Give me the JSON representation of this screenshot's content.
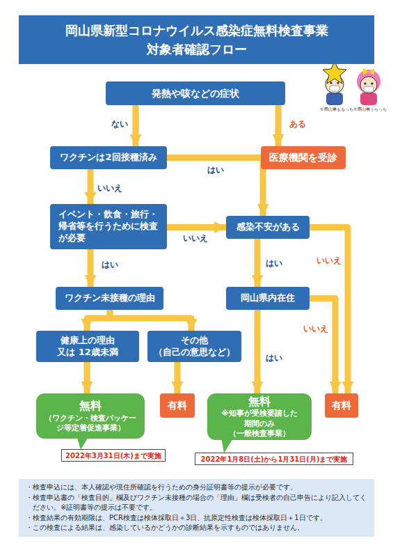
{
  "diagram": {
    "title": "岡山県新型コロナウイルス感染症無料検査事業 対象者確認フロー",
    "nodes": [
      {
        "text": [
          "発熱や咳などの症状"
        ]
      },
      {
        "text": [
          "ワクチンは2回接種済み"
        ]
      },
      {
        "text": [
          "医療機関を受診"
        ]
      },
      {
        "text": [
          "イベント・飲食・旅行・帰省等を行うために検査が必要"
        ]
      },
      {
        "text": [
          "感染不安がある"
        ]
      },
      {
        "text": [
          "ワクチン未接種の理由"
        ]
      },
      {
        "text": [
          "岡山県内在住"
        ]
      },
      {
        "text": [
          "健康上の理由 又は 12歳未満"
        ]
      },
      {
        "text": [
          "その他 （自己の意思など）"
        ]
      },
      {
        "text": [
          "無料",
          "（ワクチン・検査パッケージ等定着促進事業）"
        ]
      },
      {
        "text": [
          "有料"
        ]
      },
      {
        "text": [
          "無料",
          "※知事が受検要請した期間のみ",
          "（一般検査事業）"
        ]
      },
      {
        "text": [
          "有料"
        ]
      },
      {
        "text": [
          "2022年3月31日(木)まで実施"
        ]
      },
      {
        "text": [
          "2022年1月8日(土)から1月31日(月)まで実施"
        ]
      },
      {
        "text": [
          "・検査申込には、本人確認や現住所確認を行うための身分証明書等の提示が必要です。",
          "・検査申込書の「検査目的」欄及びワクチン未接種の場合の「理由」欄は受検者の自己申告により記入してください。※証明書等の提示は不要です。",
          "・検査結果の有効期限は、PCR検査は検体採取日＋3日、抗原定性検査は検体採取日＋1日です。",
          "・この検査による結果は、感染しているかどうかの診断結果を示すものではありません。"
        ]
      }
    ],
    "edges": [
      {
        "from": 0,
        "to": 1,
        "label": "ない",
        "arrow": "to"
      },
      {
        "from": 0,
        "to": 2,
        "label": "ある",
        "arrow": "to"
      },
      {
        "from": 1,
        "to": 3,
        "label": "いいえ",
        "arrow": "to"
      },
      {
        "from": 1,
        "to": 4,
        "label": "はい",
        "arrow": "to"
      },
      {
        "from": 3,
        "to": 4,
        "label": "いいえ",
        "arrow": "to"
      },
      {
        "from": 3,
        "to": 5,
        "label": "はい",
        "arrow": "to"
      },
      {
        "from": 4,
        "to": 6,
        "label": "はい",
        "arrow": "to"
      },
      {
        "from": 4,
        "to": 12,
        "label": "いいえ",
        "arrow": "to"
      },
      {
        "from": 5,
        "to": 7,
        "arrow": "to"
      },
      {
        "from": 5,
        "to": 8,
        "arrow": "to"
      },
      {
        "from": 6,
        "to": 11,
        "label": "はい",
        "arrow": "to"
      },
      {
        "from": 6,
        "to": 12,
        "label": "いいえ",
        "arrow": "to"
      },
      {
        "from": 7,
        "to": 9,
        "arrow": "to"
      },
      {
        "from": 8,
        "to": 10,
        "arrow": "to"
      }
    ],
    "labels": [
      "©岡山県ももっち",
      "©岡山県うらっち"
    ]
  }
}
